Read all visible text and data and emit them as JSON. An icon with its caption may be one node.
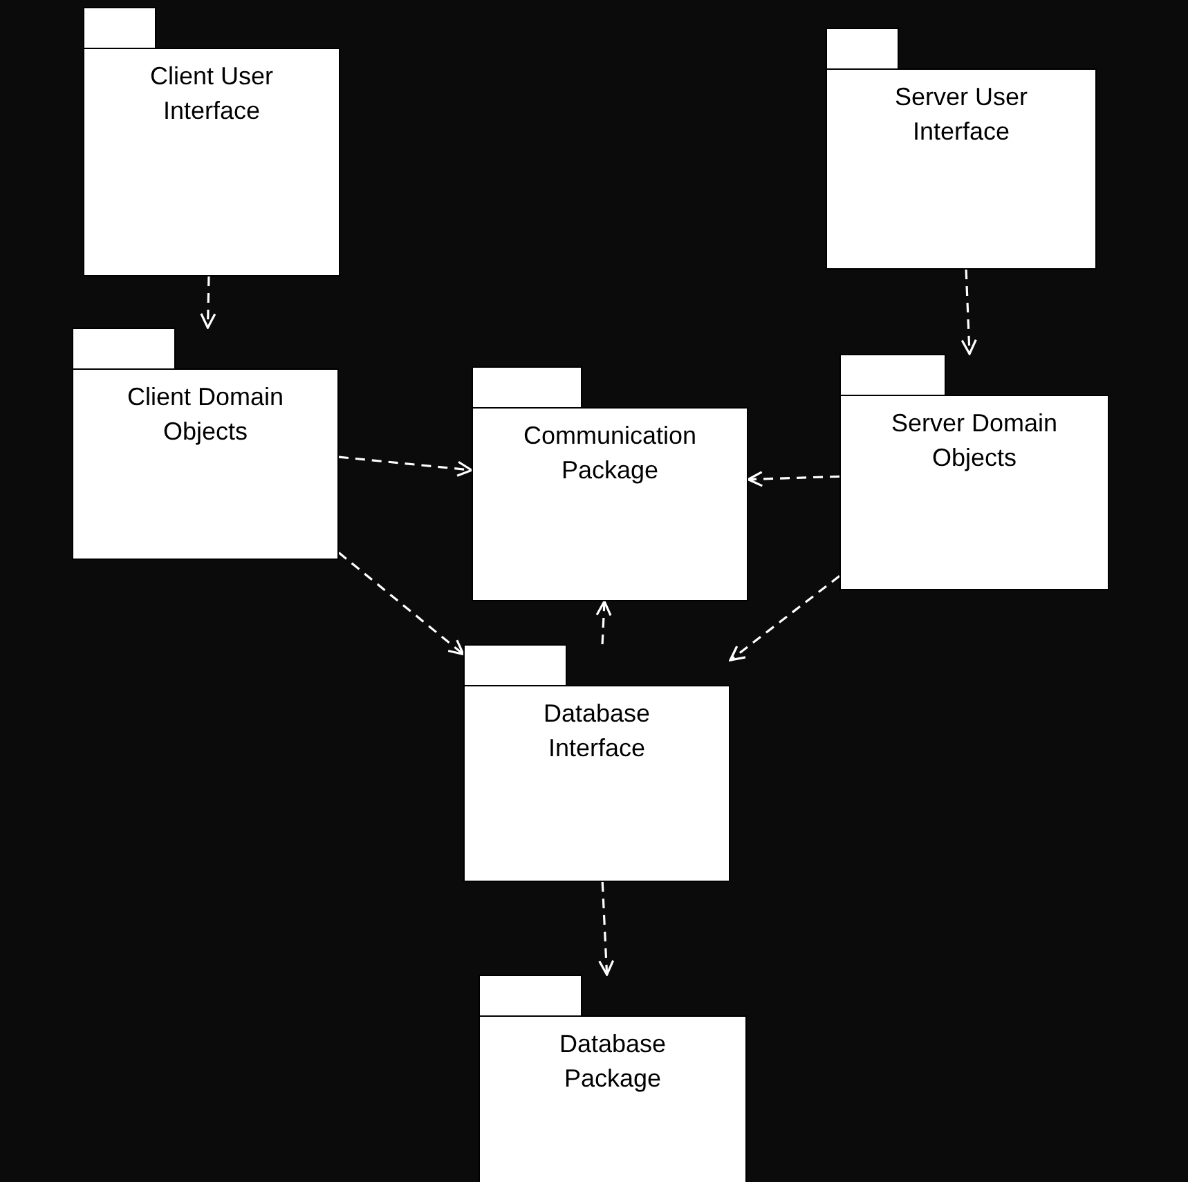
{
  "diagram": {
    "nodes": [
      {
        "text": [
          "Client User Interface"
        ]
      },
      {
        "text": [
          "Server User Interface"
        ]
      },
      {
        "text": [
          "Client Domain Objects"
        ]
      },
      {
        "text": [
          "Communication Package"
        ]
      },
      {
        "text": [
          "Server Domain Objects"
        ]
      },
      {
        "text": [
          "Database Interface"
        ]
      },
      {
        "text": [
          "Database Package"
        ]
      }
    ],
    "edges": [
      {
        "from": 0,
        "to": 2,
        "arrow": "to",
        "style": "dashed"
      },
      {
        "from": 1,
        "to": 4,
        "arrow": "to",
        "style": "dashed"
      },
      {
        "from": 2,
        "to": 3,
        "arrow": "to",
        "style": "dashed"
      },
      {
        "from": 4,
        "to": 3,
        "arrow": "to",
        "style": "dashed"
      },
      {
        "from": 5,
        "to": 3,
        "arrow": "to",
        "style": "dashed"
      },
      {
        "from": 2,
        "to": 5,
        "arrow": "to",
        "style": "dashed"
      },
      {
        "from": 4,
        "to": 5,
        "arrow": "to",
        "style": "dashed"
      },
      {
        "from": 5,
        "to": 6,
        "arrow": "to",
        "style": "dashed"
      }
    ]
  }
}
